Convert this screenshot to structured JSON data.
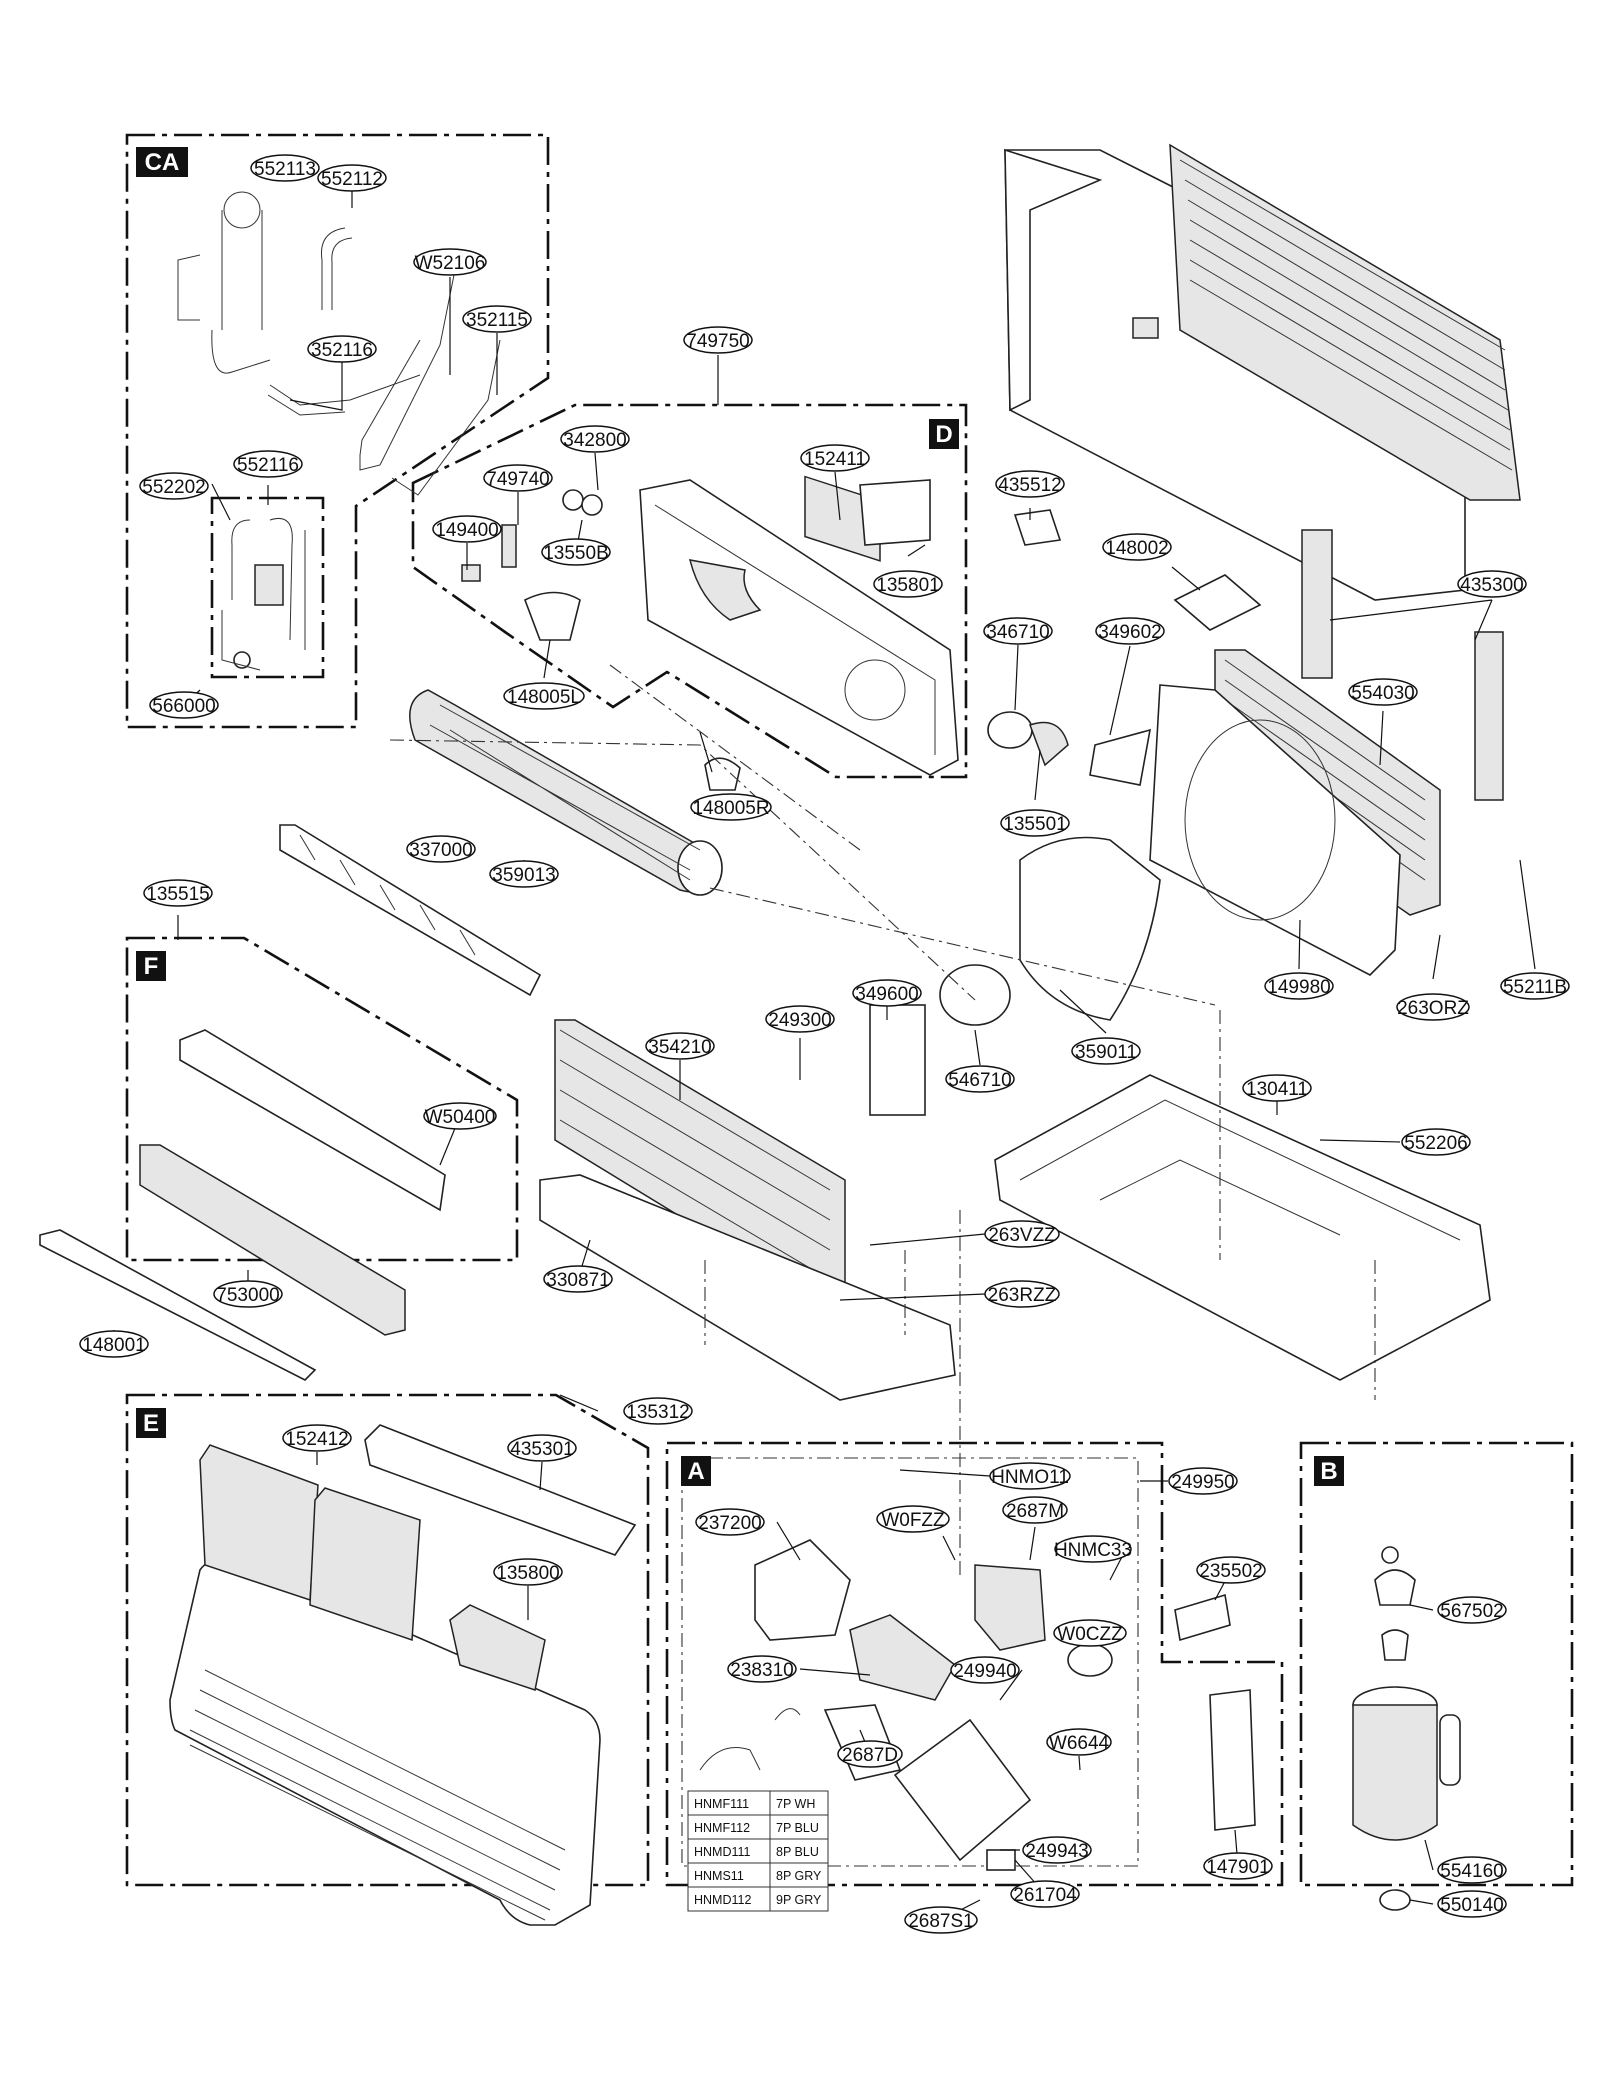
{
  "sections": [
    {
      "id": "CA",
      "label": "CA"
    },
    {
      "id": "D",
      "label": "D"
    },
    {
      "id": "F",
      "label": "F"
    },
    {
      "id": "E",
      "label": "E"
    },
    {
      "id": "A",
      "label": "A"
    },
    {
      "id": "B",
      "label": "B"
    }
  ],
  "callouts": [
    {
      "id": "c552113",
      "text": "552113"
    },
    {
      "id": "c552112",
      "text": "552112"
    },
    {
      "id": "cW52106",
      "text": "W52106"
    },
    {
      "id": "c352115",
      "text": "352115"
    },
    {
      "id": "c352116",
      "text": "352116"
    },
    {
      "id": "c552116",
      "text": "552116"
    },
    {
      "id": "c552202",
      "text": "552202"
    },
    {
      "id": "c566000",
      "text": "566000"
    },
    {
      "id": "c749750",
      "text": "749750"
    },
    {
      "id": "c342800",
      "text": "342800"
    },
    {
      "id": "c749740",
      "text": "749740"
    },
    {
      "id": "c149400",
      "text": "149400"
    },
    {
      "id": "c13550B",
      "text": "13550B"
    },
    {
      "id": "c152411",
      "text": "152411"
    },
    {
      "id": "c135801",
      "text": "135801"
    },
    {
      "id": "c148005L",
      "text": "148005L"
    },
    {
      "id": "c148005R",
      "text": "148005R"
    },
    {
      "id": "c359013",
      "text": "359013"
    },
    {
      "id": "c435512",
      "text": "435512"
    },
    {
      "id": "c148002",
      "text": "148002"
    },
    {
      "id": "c435300",
      "text": "435300"
    },
    {
      "id": "c346710",
      "text": "346710"
    },
    {
      "id": "c349602",
      "text": "349602"
    },
    {
      "id": "c554030",
      "text": "554030"
    },
    {
      "id": "c135501",
      "text": "135501"
    },
    {
      "id": "c337000",
      "text": "337000"
    },
    {
      "id": "c135515",
      "text": "135515"
    },
    {
      "id": "c349600",
      "text": "349600"
    },
    {
      "id": "c149980",
      "text": "149980"
    },
    {
      "id": "c263ORZ",
      "text": "263ORZ"
    },
    {
      "id": "c55211B",
      "text": "55211B"
    },
    {
      "id": "c354210",
      "text": "354210"
    },
    {
      "id": "c249300",
      "text": "249300"
    },
    {
      "id": "c546710",
      "text": "546710"
    },
    {
      "id": "c359011",
      "text": "359011"
    },
    {
      "id": "c130411",
      "text": "130411"
    },
    {
      "id": "c552206",
      "text": "552206"
    },
    {
      "id": "cW50400",
      "text": "W50400"
    },
    {
      "id": "c263VZZ",
      "text": "263VZZ"
    },
    {
      "id": "c753000",
      "text": "753000"
    },
    {
      "id": "c330871",
      "text": "330871"
    },
    {
      "id": "c263RZZ",
      "text": "263RZZ"
    },
    {
      "id": "c148001",
      "text": "148001"
    },
    {
      "id": "c135312",
      "text": "135312"
    },
    {
      "id": "c152412",
      "text": "152412"
    },
    {
      "id": "c435301",
      "text": "435301"
    },
    {
      "id": "c135800",
      "text": "135800"
    },
    {
      "id": "cHNMO11",
      "text": "HNMO11"
    },
    {
      "id": "c249950",
      "text": "249950"
    },
    {
      "id": "c237200",
      "text": "237200"
    },
    {
      "id": "cW0FZZ",
      "text": "W0FZZ"
    },
    {
      "id": "c2687M",
      "text": "2687M"
    },
    {
      "id": "cHNMC33",
      "text": "HNMC33"
    },
    {
      "id": "c235502",
      "text": "235502"
    },
    {
      "id": "cW0CZZ",
      "text": "W0CZZ"
    },
    {
      "id": "c238310",
      "text": "238310"
    },
    {
      "id": "c249940",
      "text": "249940"
    },
    {
      "id": "c2687D",
      "text": "2687D"
    },
    {
      "id": "cW6644",
      "text": "W6644"
    },
    {
      "id": "c249943",
      "text": "249943"
    },
    {
      "id": "c261704",
      "text": "261704"
    },
    {
      "id": "c2687S1",
      "text": "2687S1"
    },
    {
      "id": "c147901",
      "text": "147901"
    },
    {
      "id": "c567502",
      "text": "567502"
    },
    {
      "id": "c554160",
      "text": "554160"
    },
    {
      "id": "c550140",
      "text": "550140"
    }
  ],
  "wire_table": [
    {
      "code": "HNMF111",
      "spec": "7P WH"
    },
    {
      "code": "HNMF112",
      "spec": "7P BLU"
    },
    {
      "code": "HNMD111",
      "spec": "8P BLU"
    },
    {
      "code": "HNMS11",
      "spec": "8P GRY"
    },
    {
      "code": "HNMD112",
      "spec": "9P GRY"
    }
  ]
}
